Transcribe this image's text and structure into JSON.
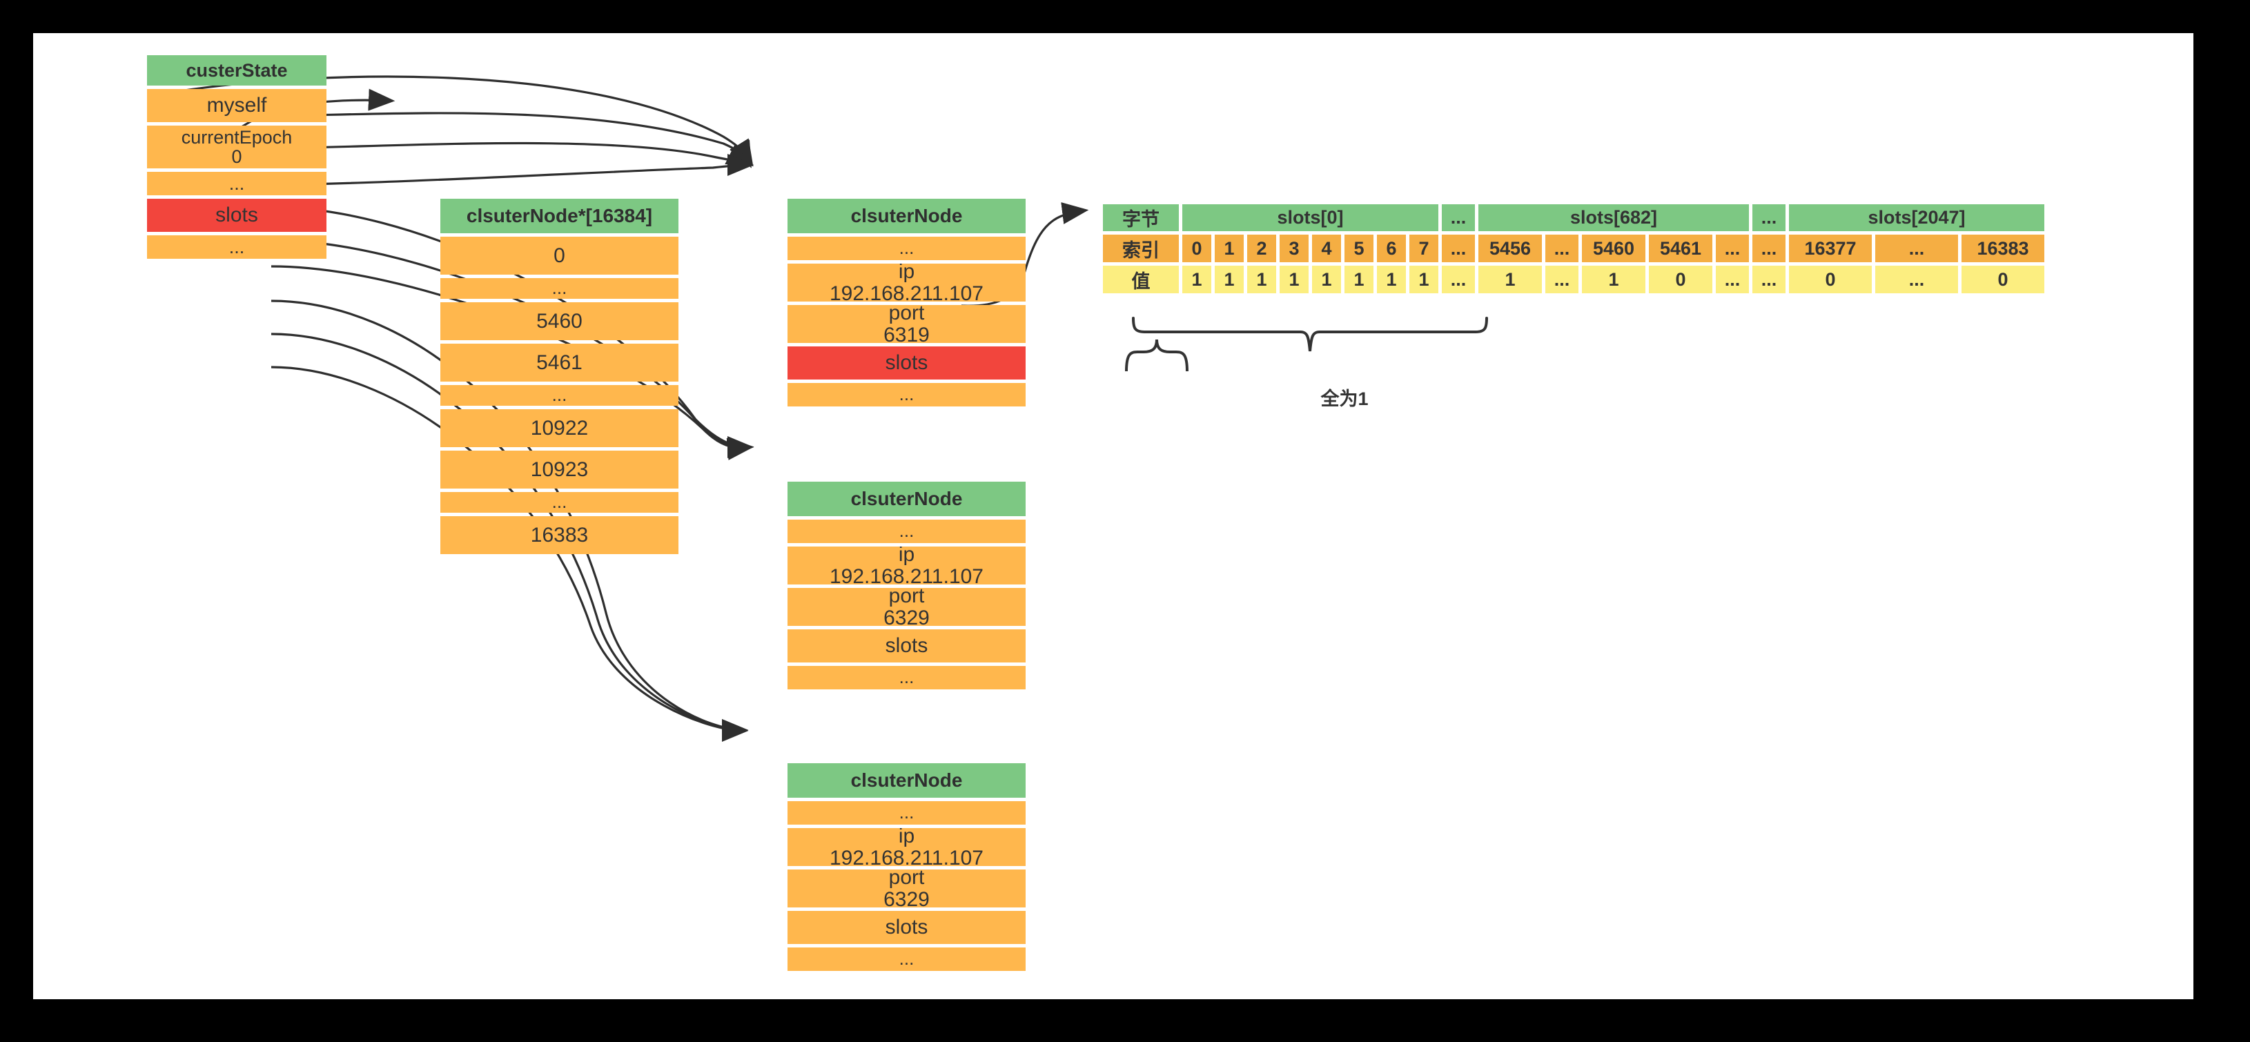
{
  "diagram": {
    "title_hidden": "",
    "colors": {
      "header_green": "#7DC883",
      "row_orange": "#FFB74D",
      "highlight_red": "#F2453D",
      "index_orange": "#F5AE43",
      "value_yellow": "#FCEE80",
      "text": "#333333",
      "connector": "#2e2e2e",
      "canvas": "#FFFFFF",
      "frame": "#000000"
    },
    "cluster_state": {
      "header": "custerState",
      "rows": [
        {
          "label": "myself",
          "color": "orange"
        },
        {
          "label": "currentEpoch",
          "value": "0",
          "color": "orange"
        },
        {
          "label": "...",
          "color": "orange"
        },
        {
          "label": "slots",
          "color": "red"
        },
        {
          "label": "...",
          "color": "orange"
        }
      ]
    },
    "node_array": {
      "header": "clsuterNode*[16384]",
      "rows": [
        "0",
        "...",
        "5460",
        "5461",
        "...",
        "10922",
        "10923",
        "...",
        "16383"
      ]
    },
    "nodes": [
      {
        "header": "clsuterNode",
        "dots_top": "...",
        "ip_label": "ip",
        "ip_value": "192.168.211.107",
        "port_label": "port",
        "port_value": "6319",
        "slots_label": "slots",
        "slots_color": "red",
        "dots_bottom": "..."
      },
      {
        "header": "clsuterNode",
        "dots_top": "...",
        "ip_label": "ip",
        "ip_value": "192.168.211.107",
        "port_label": "port",
        "port_value": "6329",
        "slots_label": "slots",
        "slots_color": "orange",
        "dots_bottom": "..."
      },
      {
        "header": "clsuterNode",
        "dots_top": "...",
        "ip_label": "ip",
        "ip_value": "192.168.211.107",
        "port_label": "port",
        "port_value": "6329",
        "slots_label": "slots",
        "slots_color": "orange",
        "dots_bottom": "..."
      }
    ],
    "slots_table": {
      "row_labels": {
        "group": "字节",
        "index": "索引",
        "value": "值"
      },
      "groups": [
        {
          "label": "slots[0]",
          "span": 8
        },
        {
          "label": "...",
          "span": 1
        },
        {
          "label": "slots[682]",
          "span": 5
        },
        {
          "label": "...",
          "span": 1
        },
        {
          "label": "slots[2047]",
          "span": 3
        }
      ],
      "index": [
        "0",
        "1",
        "2",
        "3",
        "4",
        "5",
        "6",
        "7",
        "...",
        "5456",
        "...",
        "5460",
        "5461",
        "...",
        "...",
        "16377",
        "...",
        "16383"
      ],
      "value": [
        "1",
        "1",
        "1",
        "1",
        "1",
        "1",
        "1",
        "1",
        "...",
        "1",
        "...",
        "1",
        "0",
        "...",
        "...",
        "0",
        "...",
        "0"
      ],
      "brace_label": "全为1"
    }
  }
}
